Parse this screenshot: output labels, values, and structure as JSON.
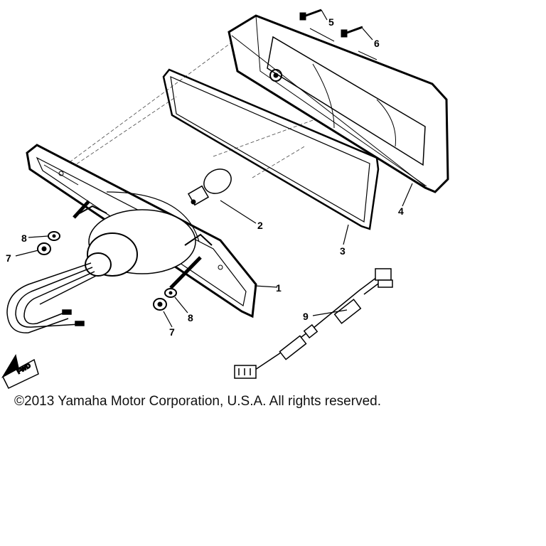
{
  "diagram": {
    "callouts": {
      "lens_frame": "1",
      "bulb": "2",
      "gasket": "3",
      "housing": "4",
      "screw_a": "5",
      "screw_b": "6",
      "nut_left": "7",
      "nut_right": "7",
      "washer_left": "8",
      "washer_right": "8",
      "wire_harness": "9"
    },
    "fwd_arrow_label": "FWD"
  },
  "copyright": "©2013 Yamaha Motor Corporation, U.S.A. All rights reserved."
}
